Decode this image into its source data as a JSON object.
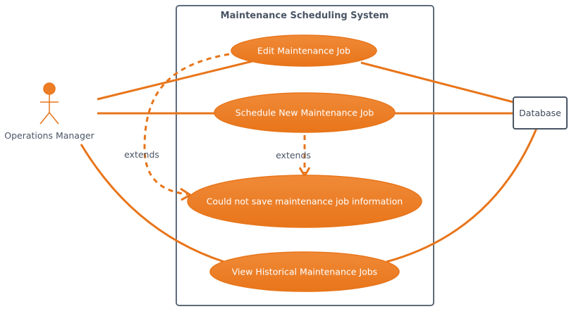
{
  "colors": {
    "accent": "#e8751a",
    "usecase_fill": "#ee7e25",
    "frame": "#5f6b7a",
    "text": "#4a5565"
  },
  "system": {
    "title": "Maintenance Scheduling System"
  },
  "actor": {
    "label": "Operations Manager",
    "icon": "stick-figure-icon"
  },
  "database": {
    "label": "Database"
  },
  "use_cases": {
    "edit": "Edit Maintenance Job",
    "schedule": "Schedule New Maintenance Job",
    "could_not_save": "Could not save maintenance job information",
    "view_history": "View Historical Maintenance Jobs"
  },
  "relations": {
    "extends_left": "extends",
    "extends_center": "extends"
  }
}
